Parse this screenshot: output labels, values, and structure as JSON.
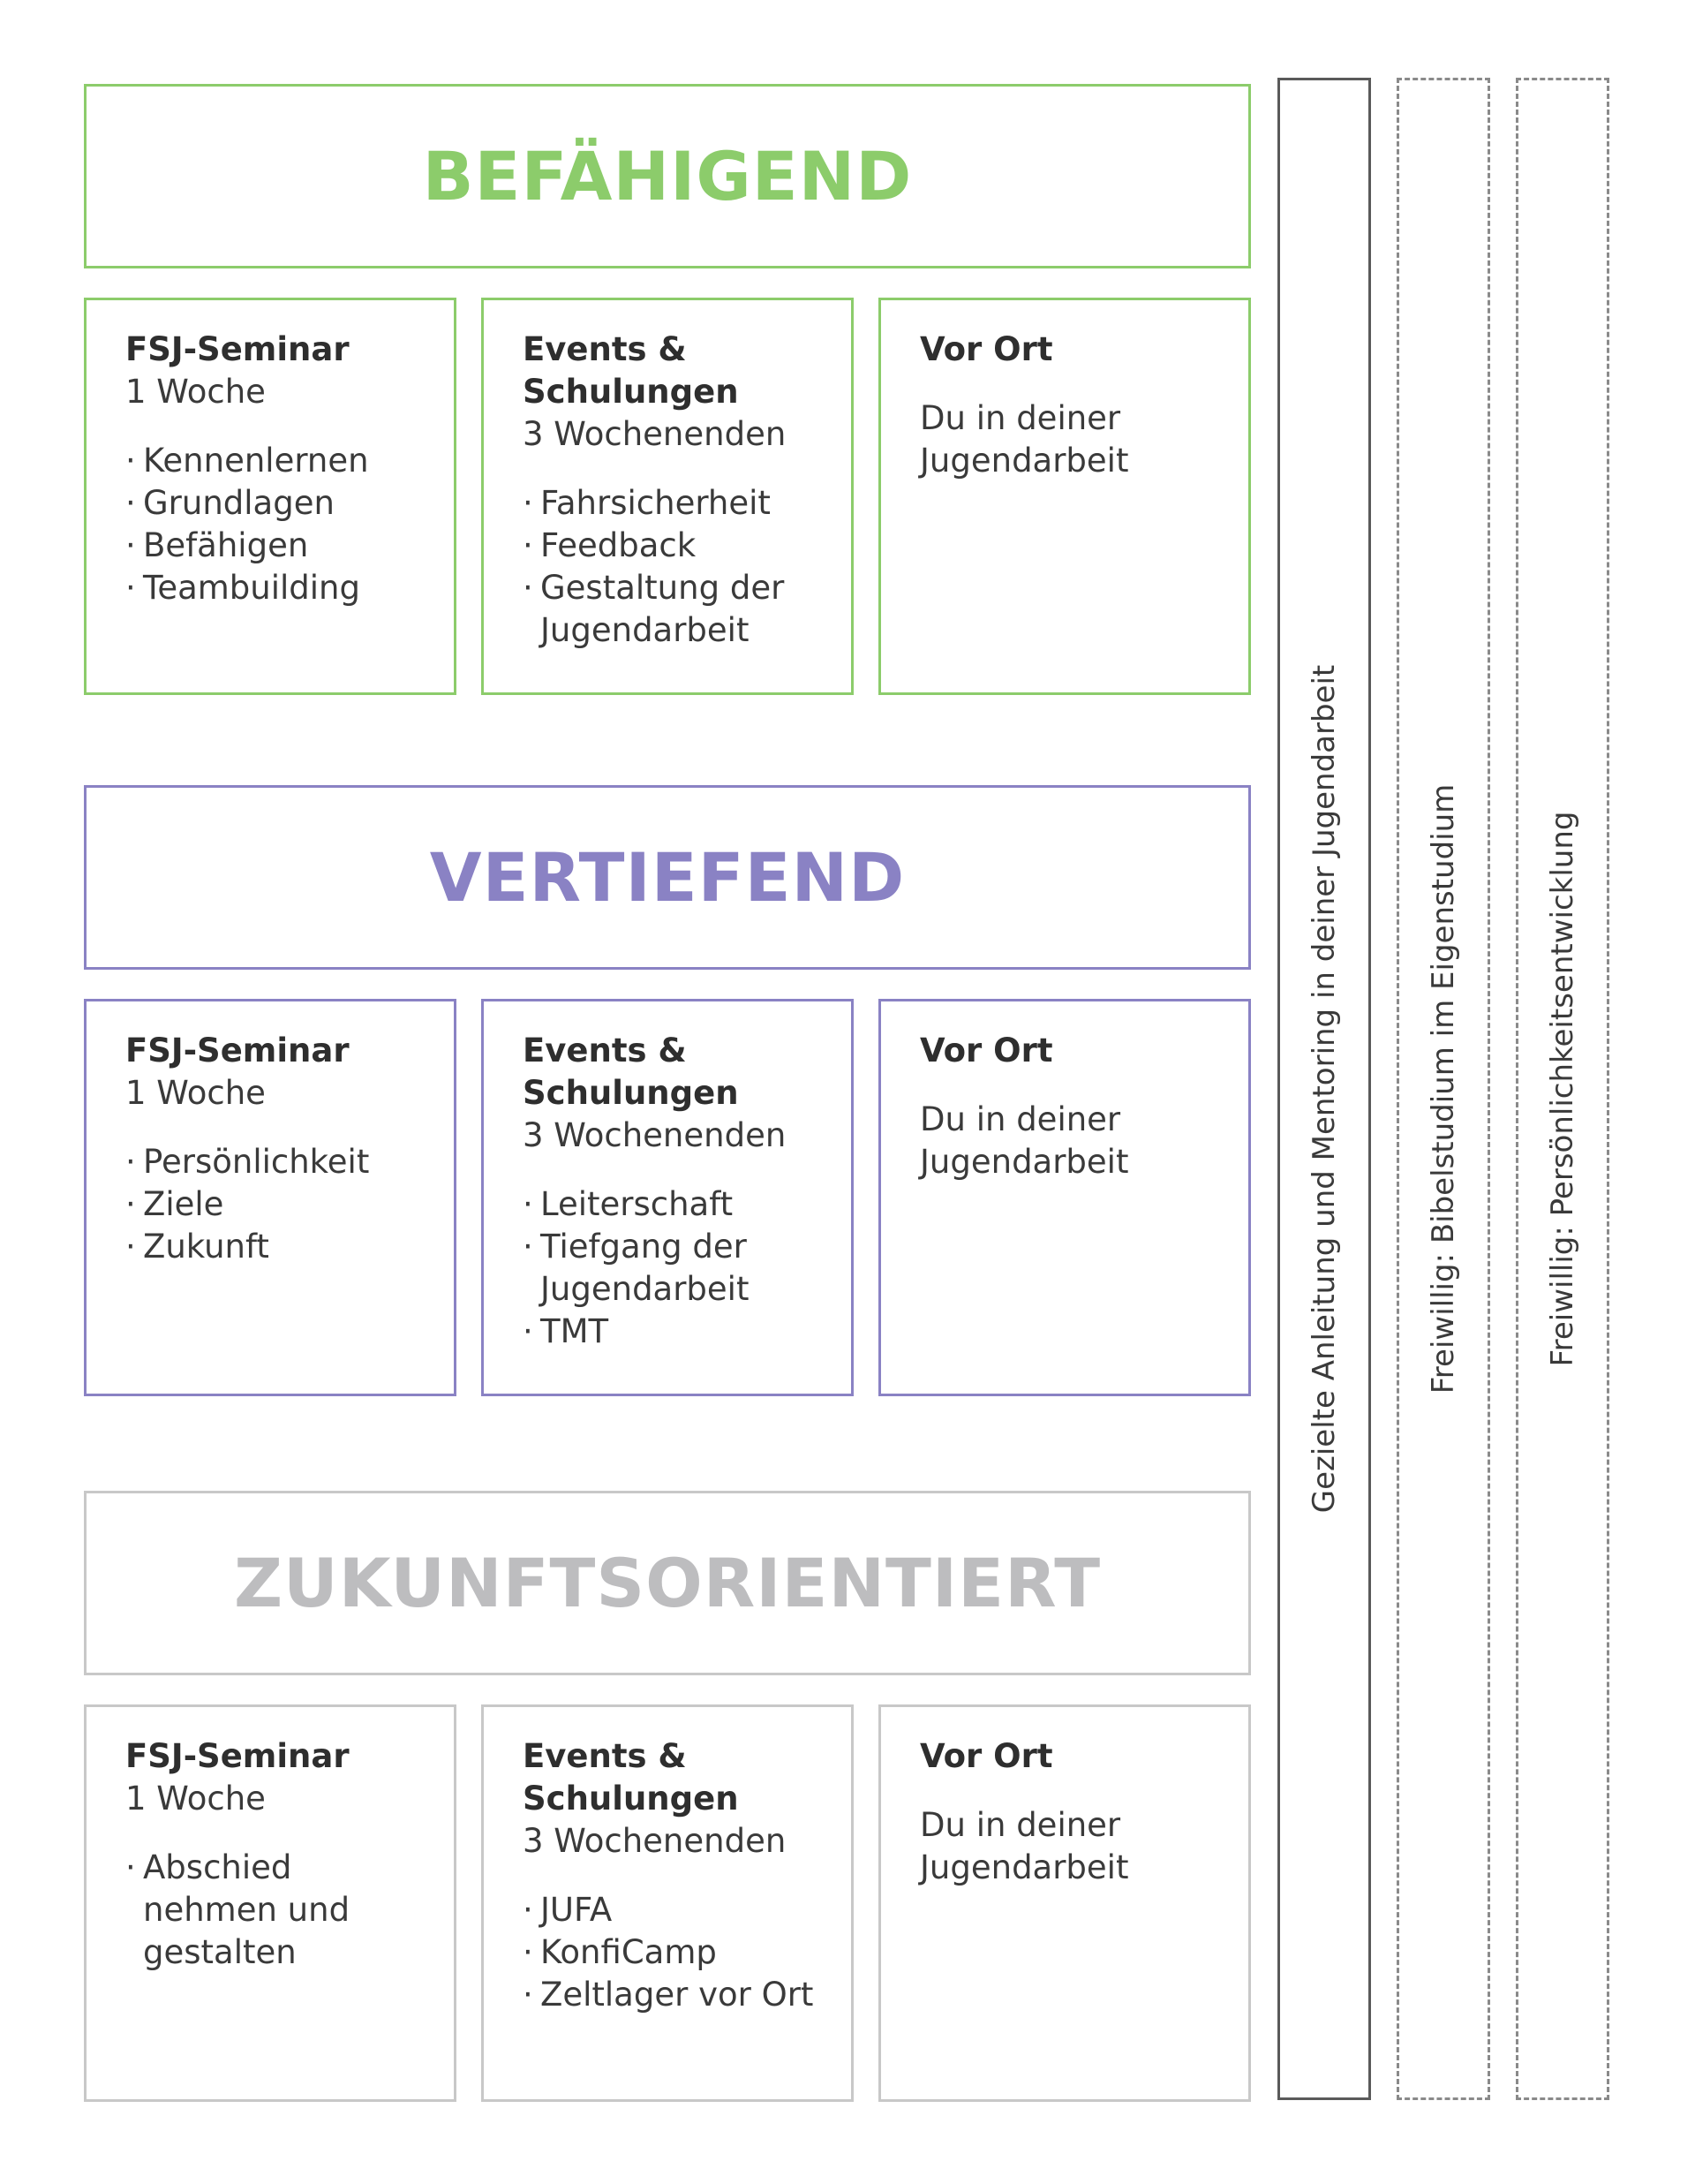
{
  "phases": [
    {
      "title": "BEFÄHIGEND",
      "cards": [
        {
          "title": "FSJ-Seminar",
          "subtitle": "1 Woche",
          "items": [
            "Kennenlernen",
            "Grundlagen",
            "Befähigen",
            "Teambuilding"
          ]
        },
        {
          "title": "Events & Schulungen",
          "subtitle": "3 Wochenenden",
          "items": [
            "Fahrsicherheit",
            "Feedback",
            "Gestaltung der Jugendarbeit"
          ]
        },
        {
          "title": "Vor Ort",
          "description": "Du in deiner Jugendarbeit"
        }
      ]
    },
    {
      "title": "VERTIEFEND",
      "cards": [
        {
          "title": "FSJ-Seminar",
          "subtitle": "1 Woche",
          "items": [
            "Persönlichkeit",
            "Ziele",
            "Zukunft"
          ]
        },
        {
          "title": "Events & Schulungen",
          "subtitle": "3 Wochenenden",
          "items": [
            "Leiterschaft",
            "Tiefgang der Jugendarbeit",
            "TMT"
          ]
        },
        {
          "title": "Vor Ort",
          "description": "Du in deiner Jugendarbeit"
        }
      ]
    },
    {
      "title": "ZUKUNFTSORIENTIERT",
      "cards": [
        {
          "title": "FSJ-Seminar",
          "subtitle": "1 Woche",
          "items": [
            "Abschied nehmen und gestalten"
          ]
        },
        {
          "title": "Events & Schulungen",
          "subtitle": "3 Wochenenden",
          "items": [
            "JUFA",
            "KonfiCamp",
            "Zeltlager vor Ort"
          ]
        },
        {
          "title": "Vor Ort",
          "description": "Du in deiner Jugendarbeit"
        }
      ]
    }
  ],
  "columns": [
    {
      "label": "Gezielte Anleitung und Mentoring in deiner Jugendarbeit"
    },
    {
      "label": "Freiwillig: Bibelstudium im Eigenstudium"
    },
    {
      "label": "Freiwillig: Persönlichkeitsentwicklung"
    }
  ],
  "colors": {
    "green": "#8ccc6b",
    "purple": "#8a82c4",
    "grey": "#bdbdbf"
  }
}
